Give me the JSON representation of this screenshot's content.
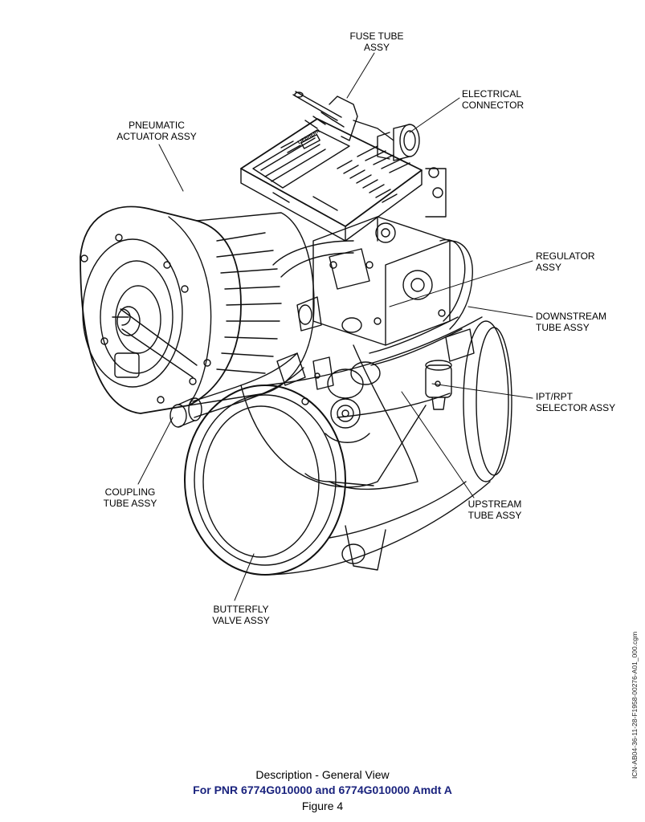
{
  "labels": {
    "fuse_tube": [
      "FUSE TUBE",
      "ASSY"
    ],
    "electrical_connector": [
      "ELECTRICAL",
      "CONNECTOR"
    ],
    "pneumatic_actuator": [
      "PNEUMATIC",
      "ACTUATOR ASSY"
    ],
    "regulator": [
      "REGULATOR",
      "ASSY"
    ],
    "downstream_tube": [
      "DOWNSTREAM",
      "TUBE ASSY"
    ],
    "ipt_rpt_selector": [
      "IPT/RPT",
      "SELECTOR ASSY"
    ],
    "coupling_tube": [
      "COUPLING",
      "TUBE ASSY"
    ],
    "upstream_tube": [
      "UPSTREAM",
      "TUBE ASSY"
    ],
    "butterfly_valve": [
      "BUTTERFLY",
      "VALVE ASSY"
    ]
  },
  "nameplate_brand": "LIEBHERR",
  "icn": "ICN-AB04-36-11-28-F1958-00276-A01_000.cgm",
  "caption": {
    "line1": "Description - General View",
    "line2": "For PNR 6774G010000 and 6774G010000 Amdt A",
    "line3": "Figure 4"
  }
}
